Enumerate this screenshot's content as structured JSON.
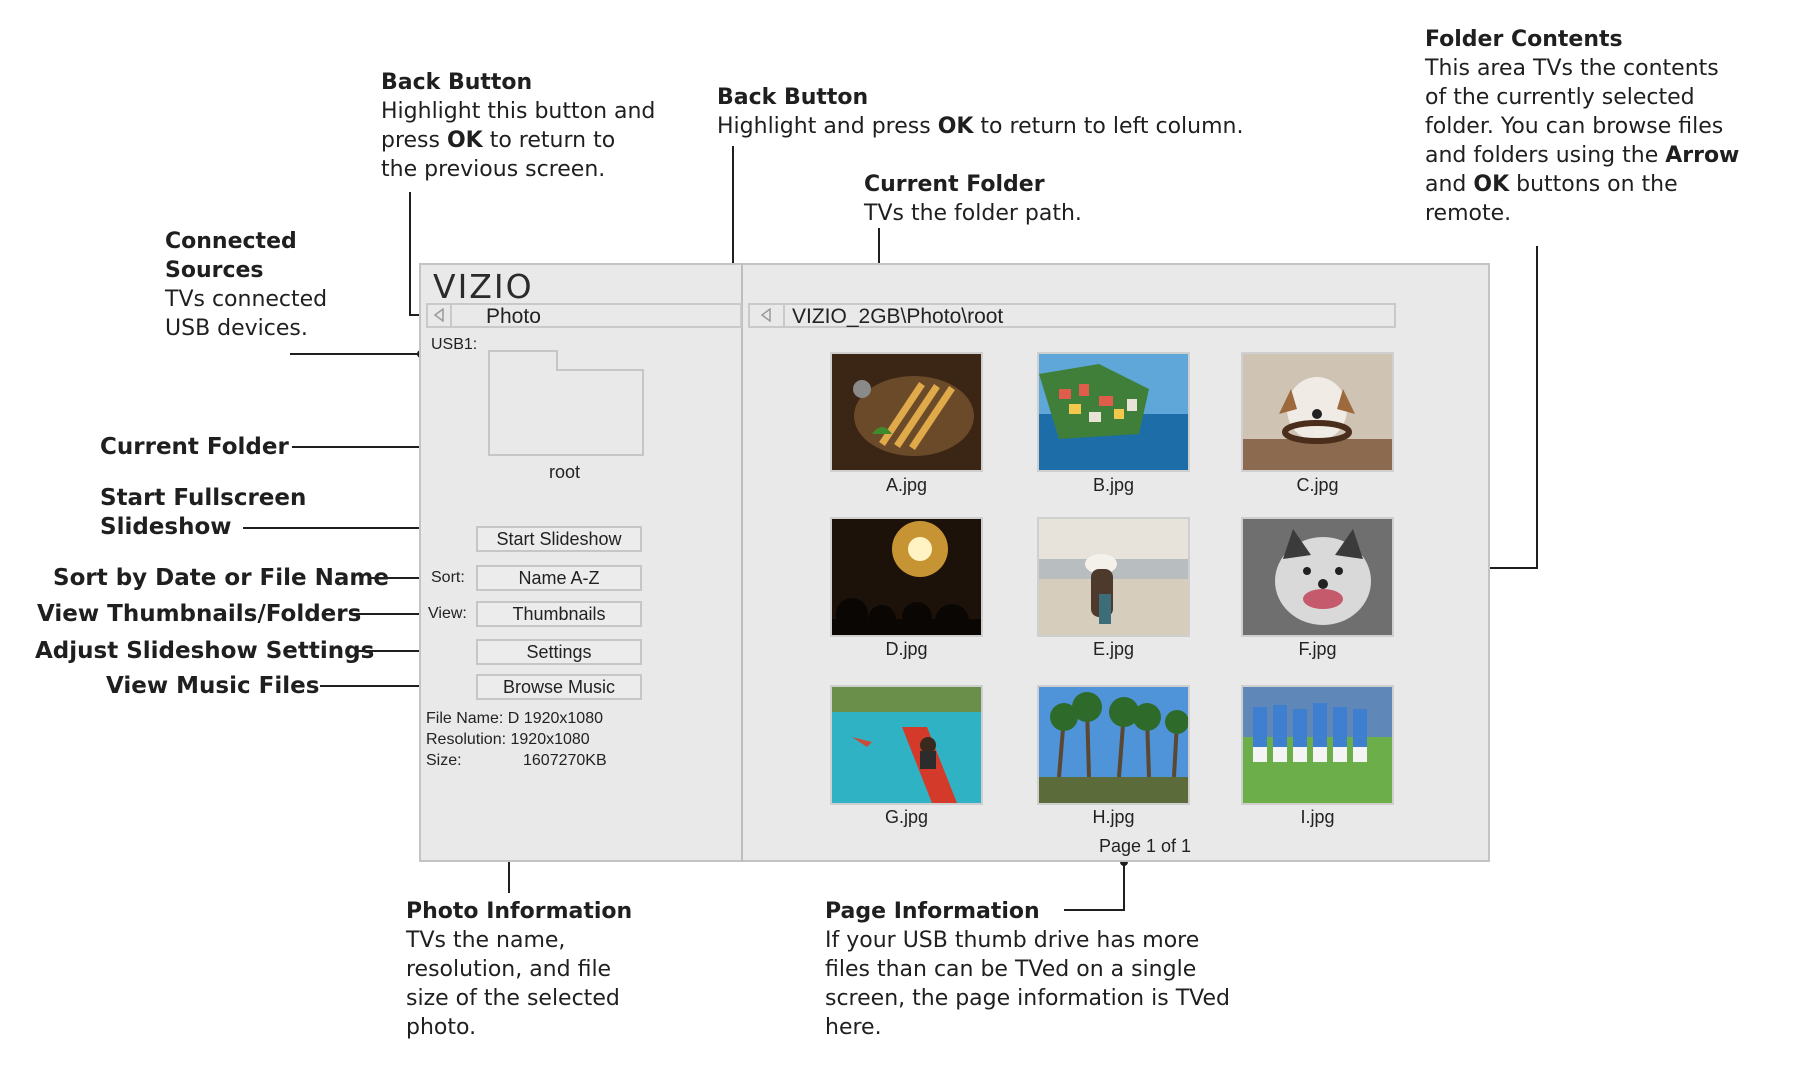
{
  "callouts": {
    "back_button_left": {
      "title": "Back Button",
      "line1_pre": "Highlight this button and",
      "line2_pre": "press ",
      "line2_bold": "OK",
      "line2_post": " to return to",
      "line3": "the previous screen."
    },
    "back_button_right": {
      "title": "Back Button",
      "text_pre": "Highlight and press ",
      "text_bold": "OK",
      "text_post": " to return to left column."
    },
    "current_folder_top": {
      "title": "Current Folder",
      "text": "TVs the folder path."
    },
    "folder_contents": {
      "title": "Folder Contents",
      "line1": "This area TVs the contents",
      "line2": "of the currently selected",
      "line3": "folder. You can browse files",
      "line4_pre": "and folders using the ",
      "line4_bold": "Arrow",
      "line5_pre": "and ",
      "line5_bold": "OK",
      "line5_post": " buttons on the",
      "line6": "remote."
    },
    "connected_sources": {
      "title1": "Connected",
      "title2": "Sources",
      "line1": "TVs connected",
      "line2": "USB devices."
    },
    "current_folder_left": "Current Folder",
    "start_slideshow": {
      "line1": "Start Fullscreen",
      "line2": "Slideshow"
    },
    "sort": "Sort by Date or File Name",
    "view": "View Thumbnails/Folders",
    "settings": "Adjust Slideshow Settings",
    "music": "View Music Files",
    "photo_info": {
      "title": "Photo Information",
      "line1": "TVs the name,",
      "line2": "resolution, and file",
      "line3": "size of the selected",
      "line4": "photo."
    },
    "page_info": {
      "title": "Page Information",
      "line1": "If your USB thumb drive has more",
      "line2": "files than can be TVed on a single",
      "line3": "screen, the page information is TVed",
      "line4": "here."
    }
  },
  "tv": {
    "logo": "VIZIO",
    "left_path": "Photo",
    "right_path": "VIZIO_2GB\\Photo\\root",
    "source": "USB1:",
    "folder_label": "root",
    "start_slideshow": "Start Slideshow",
    "sort_label": "Sort:",
    "sort_value": "Name A-Z",
    "view_label": "View:",
    "view_value": "Thumbnails",
    "settings": "Settings",
    "browse_music": "Browse Music",
    "file_name": "File Name: D 1920x1080",
    "resolution": "Resolution: 1920x1080",
    "size_label": "Size:",
    "size_value": "1607270KB",
    "thumbnails": [
      "A.jpg",
      "B.jpg",
      "C.jpg",
      "D.jpg",
      "E.jpg",
      "F.jpg",
      "G.jpg",
      "H.jpg",
      "I.jpg"
    ],
    "page_info": "Page 1 of 1"
  }
}
